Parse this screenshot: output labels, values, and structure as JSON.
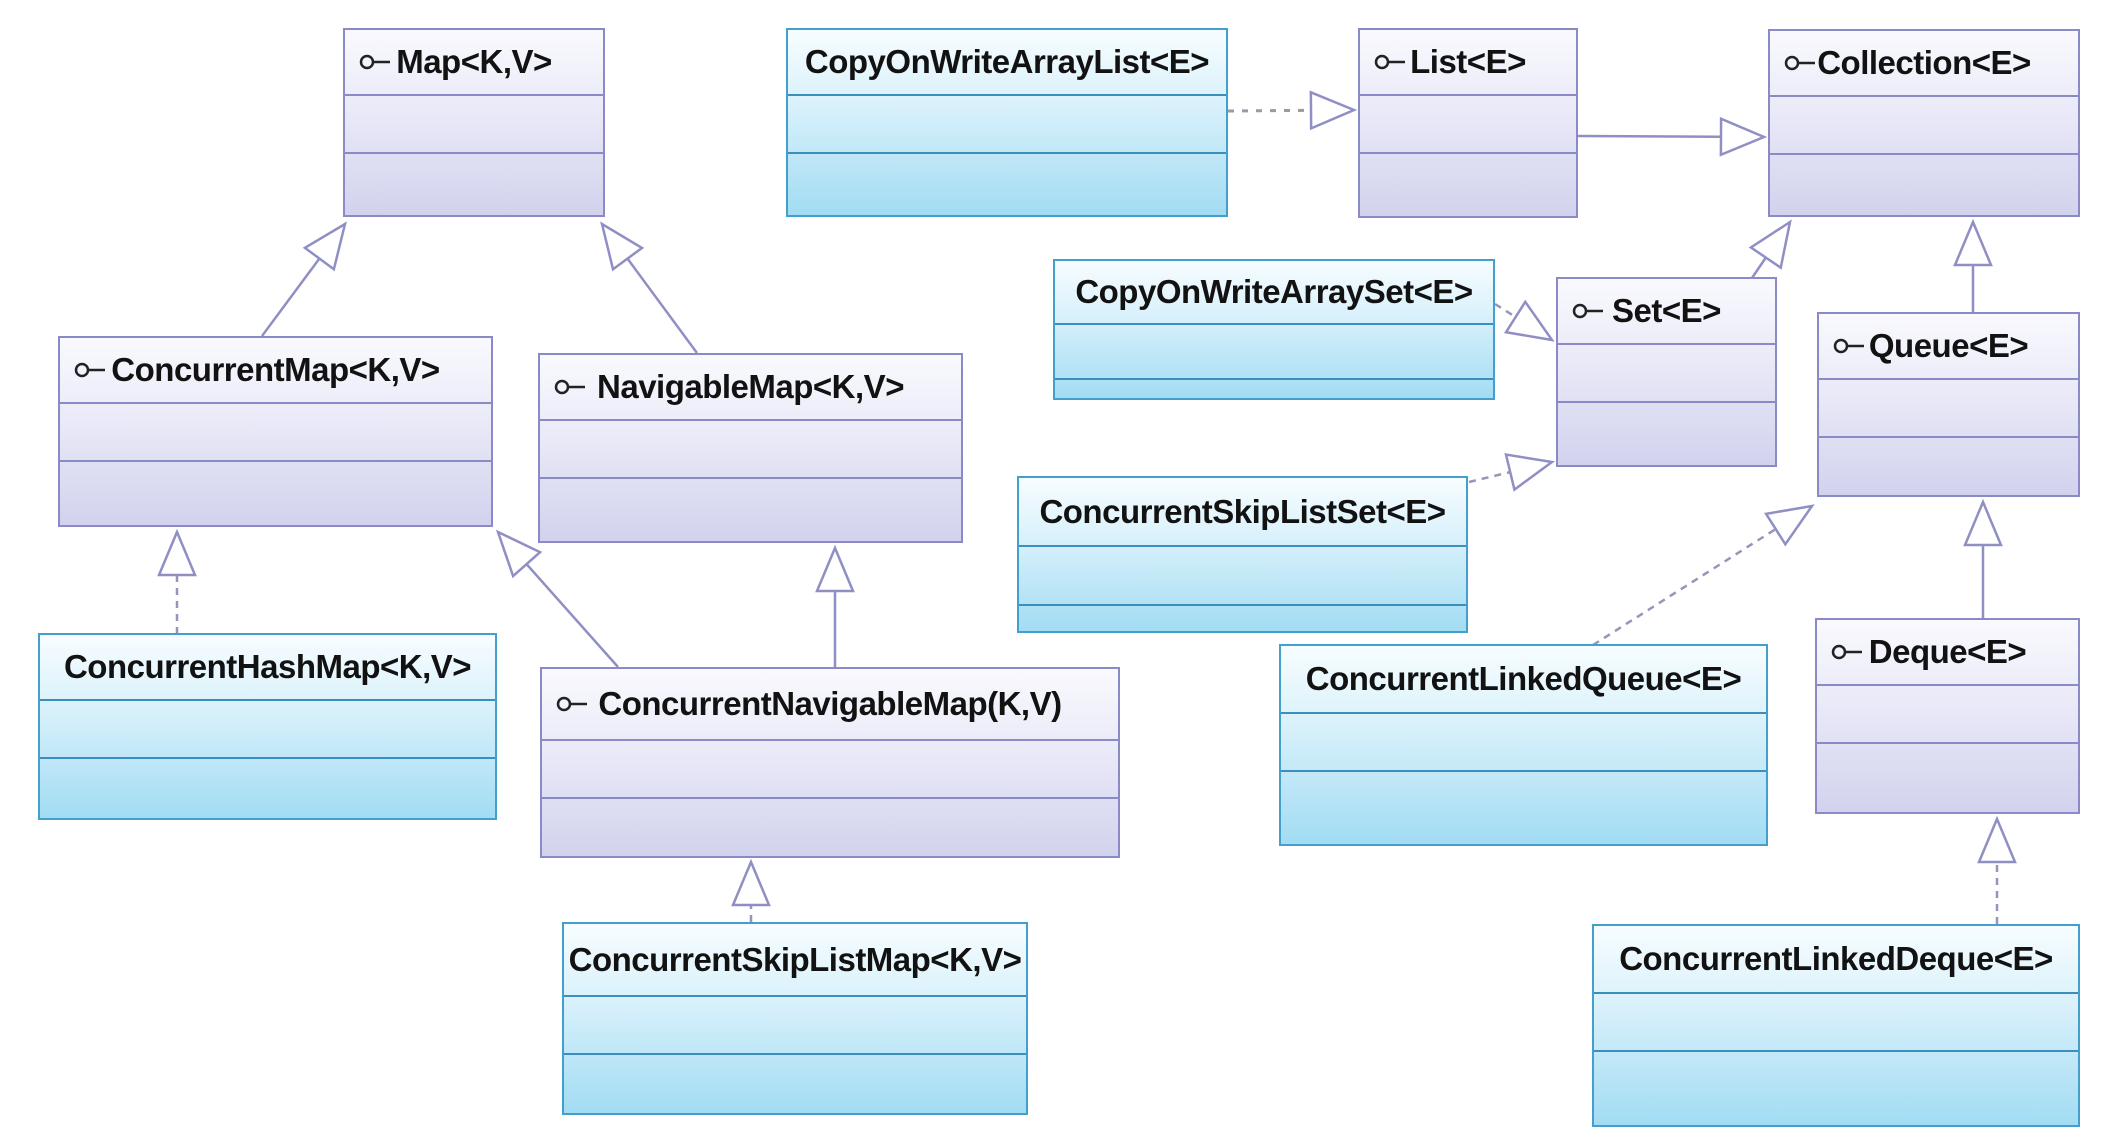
{
  "nodes": {
    "map": {
      "label": "Map<K,V>",
      "stereotype": "interface"
    },
    "concurrent_map": {
      "label": "ConcurrentMap<K,V>",
      "stereotype": "interface"
    },
    "navigable_map": {
      "label": "NavigableMap<K,V>",
      "stereotype": "interface"
    },
    "concurrent_hash_map": {
      "label": "ConcurrentHashMap<K,V>",
      "stereotype": "class"
    },
    "concurrent_navigable_map": {
      "label": "ConcurrentNavigableMap(K,V)",
      "stereotype": "interface"
    },
    "concurrent_skip_list_map": {
      "label": "ConcurrentSkipListMap<K,V>",
      "stereotype": "class"
    },
    "copy_on_write_array_list": {
      "label": "CopyOnWriteArrayList<E>",
      "stereotype": "class"
    },
    "list": {
      "label": "List<E>",
      "stereotype": "interface"
    },
    "collection": {
      "label": "Collection<E>",
      "stereotype": "interface"
    },
    "copy_on_write_array_set": {
      "label": "CopyOnWriteArraySet<E>",
      "stereotype": "class"
    },
    "set": {
      "label": "Set<E>",
      "stereotype": "interface"
    },
    "concurrent_skip_list_set": {
      "label": "ConcurrentSkipListSet<E>",
      "stereotype": "class"
    },
    "queue": {
      "label": "Queue<E>",
      "stereotype": "interface"
    },
    "concurrent_linked_queue": {
      "label": "ConcurrentLinkedQueue<E>",
      "stereotype": "class"
    },
    "deque": {
      "label": "Deque<E>",
      "stereotype": "interface"
    },
    "concurrent_linked_deque": {
      "label": "ConcurrentLinkedDeque<E>",
      "stereotype": "class"
    }
  },
  "relations": [
    {
      "from": "ConcurrentMap<K,V>",
      "to": "Map<K,V>",
      "type": "extends",
      "line": "solid"
    },
    {
      "from": "NavigableMap<K,V>",
      "to": "Map<K,V>",
      "type": "extends",
      "line": "solid"
    },
    {
      "from": "ConcurrentHashMap<K,V>",
      "to": "ConcurrentMap<K,V>",
      "type": "implements",
      "line": "dashed"
    },
    {
      "from": "ConcurrentNavigableMap(K,V)",
      "to": "ConcurrentMap<K,V>",
      "type": "extends",
      "line": "solid"
    },
    {
      "from": "ConcurrentNavigableMap(K,V)",
      "to": "NavigableMap<K,V>",
      "type": "extends",
      "line": "solid"
    },
    {
      "from": "ConcurrentSkipListMap<K,V>",
      "to": "ConcurrentNavigableMap(K,V)",
      "type": "implements",
      "line": "dashed"
    },
    {
      "from": "CopyOnWriteArrayList<E>",
      "to": "List<E>",
      "type": "implements",
      "line": "dashed"
    },
    {
      "from": "List<E>",
      "to": "Collection<E>",
      "type": "extends",
      "line": "solid"
    },
    {
      "from": "Set<E>",
      "to": "Collection<E>",
      "type": "extends",
      "line": "solid"
    },
    {
      "from": "Queue<E>",
      "to": "Collection<E>",
      "type": "extends",
      "line": "solid"
    },
    {
      "from": "CopyOnWriteArraySet<E>",
      "to": "Set<E>",
      "type": "implements",
      "line": "dashed"
    },
    {
      "from": "ConcurrentSkipListSet<E>",
      "to": "Set<E>",
      "type": "implements",
      "line": "dashed"
    },
    {
      "from": "ConcurrentLinkedQueue<E>",
      "to": "Queue<E>",
      "type": "implements",
      "line": "dashed"
    },
    {
      "from": "Deque<E>",
      "to": "Queue<E>",
      "type": "extends",
      "line": "solid"
    },
    {
      "from": "ConcurrentLinkedDeque<E>",
      "to": "Deque<E>",
      "type": "implements",
      "line": "dashed"
    }
  ],
  "icons": {
    "interface_lollipop": "o—"
  },
  "colors": {
    "interface_fill_top": "#f9f9fe",
    "interface_fill_bottom": "#d2d2ee",
    "interface_border": "#8a8ac6",
    "class_fill_top": "#f7fdff",
    "class_fill_bottom": "#a2dcf3",
    "class_border": "#43a0cd",
    "relation_line": "#8f8fc4",
    "text": "#121212",
    "background": "#ffffff"
  }
}
